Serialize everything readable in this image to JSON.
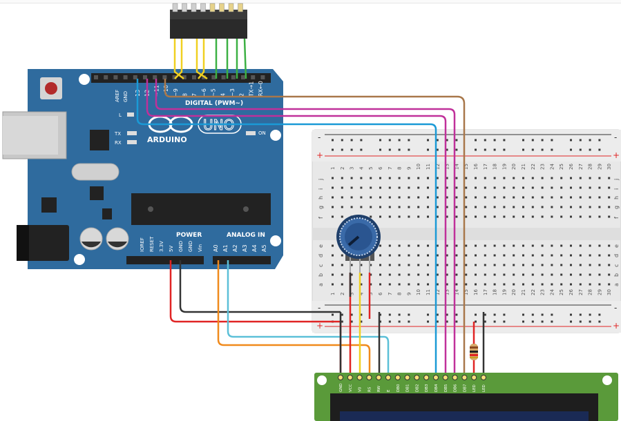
{
  "colors": {
    "board": "#2f6b9e",
    "wire_black": "#333333",
    "wire_red": "#e02424",
    "wire_yellow": "#f0d020",
    "wire_green": "#3cb043",
    "wire_orange": "#f08a1c",
    "wire_cyan": "#5cc0d8",
    "wire_magenta": "#c0309a",
    "wire_purple": "#8a3ba8",
    "wire_brown": "#a8774a",
    "wire_blue": "#1a9ad6",
    "lcd_green": "#5a9a3a",
    "lcd_screen": "#1a2a55"
  },
  "arduino": {
    "brand": "ARDUINO",
    "model": "UNO",
    "header_digital": "DIGITAL (PWM~)",
    "header_power": "POWER",
    "header_analog": "ANALOG IN",
    "label_aref": "AREF",
    "label_gnd": "GND",
    "label_l": "L",
    "label_tx": "TX",
    "label_rx": "RX",
    "label_on": "ON",
    "digital_pins": [
      "13",
      "12",
      "~11",
      "~10",
      "~9",
      "8",
      "7",
      "~6",
      "~5",
      "4",
      "~3",
      "2",
      "TX→1",
      "RX←0"
    ],
    "power_pins": [
      "IOREF",
      "RESET",
      "3.3V",
      "5V",
      "GND",
      "GND",
      "Vin"
    ],
    "analog_pins": [
      "A0",
      "A1",
      "A2",
      "A3",
      "A4",
      "A5"
    ]
  },
  "breadboard": {
    "rail_minus": "-",
    "rail_plus": "+",
    "row_letters_top": [
      "j",
      "i",
      "h",
      "g",
      "f"
    ],
    "row_letters_bottom": [
      "e",
      "d",
      "c",
      "b",
      "a"
    ],
    "columns": [
      "1",
      "2",
      "3",
      "4",
      "5",
      "6",
      "7",
      "8",
      "9",
      "10",
      "11",
      "12",
      "13",
      "14",
      "15",
      "16",
      "17",
      "18",
      "19",
      "20",
      "21",
      "22",
      "23",
      "24",
      "25",
      "26",
      "27",
      "28",
      "29",
      "30"
    ]
  },
  "lcd": {
    "pins": [
      "GND",
      "VCC",
      "V0",
      "RS",
      "RW",
      "E",
      "DB0",
      "DB1",
      "DB2",
      "DB3",
      "DB4",
      "DB5",
      "DB6",
      "DB7",
      "LED",
      "LED"
    ]
  }
}
